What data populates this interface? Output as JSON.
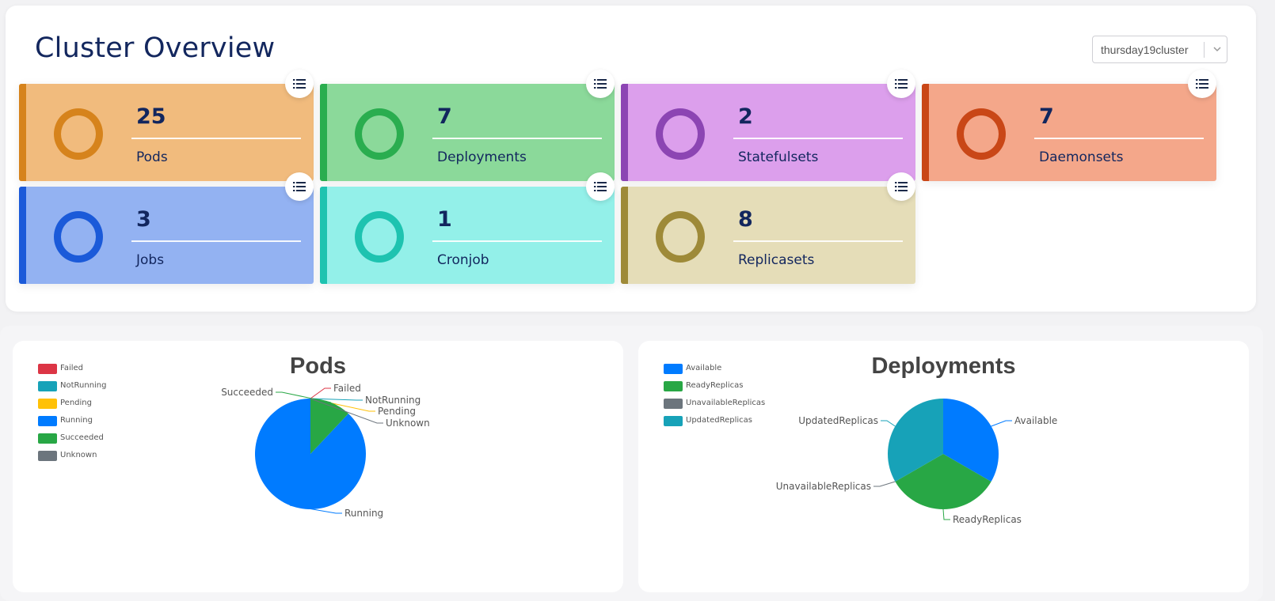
{
  "page": {
    "title": "Cluster Overview",
    "cluster_select": {
      "value": "thursday19cluster"
    }
  },
  "cards": [
    {
      "count": "25",
      "label": "Pods",
      "bg": "#f1bb7d",
      "accent": "#d6831c"
    },
    {
      "count": "7",
      "label": "Deployments",
      "bg": "#8bd99a",
      "accent": "#2aad4f"
    },
    {
      "count": "2",
      "label": "Statefulsets",
      "bg": "#dc9fec",
      "accent": "#8c45b3"
    },
    {
      "count": "7",
      "label": "Daemonsets",
      "bg": "#f4a78a",
      "accent": "#c94717"
    },
    {
      "count": "3",
      "label": "Jobs",
      "bg": "#93b2f2",
      "accent": "#1b5ad9"
    },
    {
      "count": "1",
      "label": "Cronjob",
      "bg": "#93f0e9",
      "accent": "#1ec3b0"
    },
    {
      "count": "8",
      "label": "Replicasets",
      "bg": "#e5ddb8",
      "accent": "#9e8a38"
    }
  ],
  "chart_data": [
    {
      "type": "pie",
      "title": "Pods",
      "legend_position": "top-left",
      "categories": [
        "Failed",
        "NotRunning",
        "Pending",
        "Running",
        "Succeeded",
        "Unknown"
      ],
      "values": [
        0,
        0,
        0,
        22,
        3,
        0
      ],
      "colors": [
        "#dc3545",
        "#17a2b8",
        "#ffc107",
        "#007bff",
        "#28a745",
        "#6c757d"
      ]
    },
    {
      "type": "pie",
      "title": "Deployments",
      "legend_position": "top-left",
      "categories": [
        "Available",
        "ReadyReplicas",
        "UnavailableReplicas",
        "UpdatedReplicas"
      ],
      "values": [
        7,
        7,
        0,
        7
      ],
      "colors": [
        "#007bff",
        "#28a745",
        "#6c757d",
        "#17a2b8"
      ]
    }
  ]
}
